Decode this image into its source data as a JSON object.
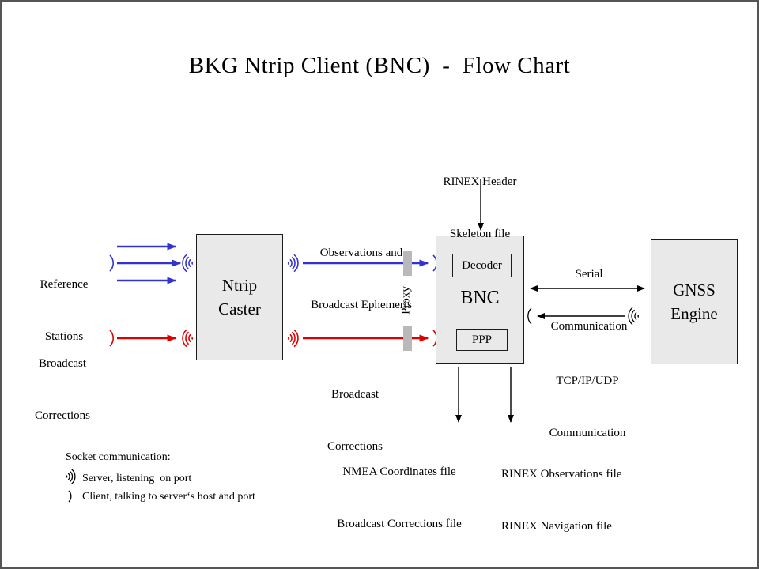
{
  "title": "BKG Ntrip Client (BNC)  -  Flow Chart",
  "boxes": {
    "ntrip_caster": {
      "line1": "Ntrip",
      "line2": "Caster"
    },
    "bnc": "BNC",
    "decoder": "Decoder",
    "ppp": "PPP",
    "gnss_engine": {
      "line1": "GNSS",
      "line2": "Engine"
    }
  },
  "labels": {
    "reference_stations": {
      "line1": "Reference",
      "line2": "Stations"
    },
    "broadcast_corrections_input": {
      "line1": "Broadcast",
      "line2": "Corrections"
    },
    "observations_stream": {
      "line1": "Observations and",
      "line2": "Broadcast Ephemeris"
    },
    "broadcast_corrections_stream": {
      "line1": "Broadcast",
      "line2": "Corrections"
    },
    "rinex_header": {
      "line1": "RINEX Header",
      "line2": "Skeleton file"
    },
    "serial_comm": {
      "line1": "Serial",
      "line2": "Communication"
    },
    "tcp_comm": {
      "line1": "TCP/IP/UDP",
      "line2": "Communication"
    },
    "proxy": "Proxy",
    "nmea_output": {
      "line1": "NMEA Coordinates file",
      "line2": "Broadcast Corrections file"
    },
    "rinex_output": {
      "line1": "RINEX Observations file",
      "line2": "RINEX Navigation file"
    }
  },
  "legend": {
    "heading": "Socket communication:",
    "server_item": "Server, listening  on port",
    "client_item": "Client, talking to server‘s host and port"
  },
  "colors": {
    "blue": "#3232cc",
    "red": "#dd0000",
    "box_fill": "#e9e9e9",
    "proxy_bar": "#b9b9b9",
    "frame": "#555555"
  }
}
